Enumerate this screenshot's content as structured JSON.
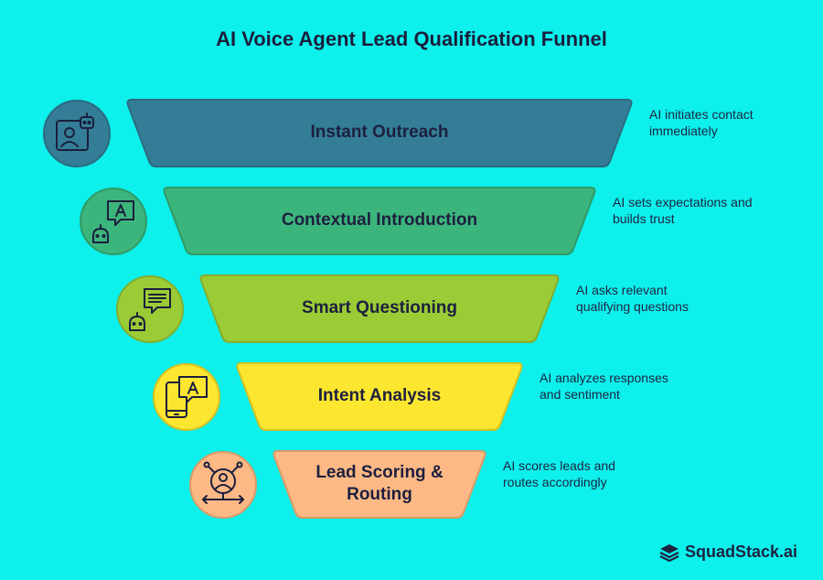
{
  "title": "AI Voice Agent Lead Qualification Funnel",
  "stages": [
    {
      "label": "Instant Outreach",
      "desc_line1": "AI initiates contact",
      "desc_line2": "immediately",
      "color": "#337e96",
      "icon": "robot-id-card-icon"
    },
    {
      "label": "Contextual Introduction",
      "desc_line1": "AI sets expectations and",
      "desc_line2": "builds trust",
      "color": "#3cb57c",
      "icon": "robot-speech-bubble-icon"
    },
    {
      "label": "Smart Questioning",
      "desc_line1": "AI asks relevant",
      "desc_line2": "qualifying questions",
      "color": "#9ccc35",
      "icon": "robot-chat-lines-icon"
    },
    {
      "label": "Intent Analysis",
      "desc_line1": "AI analyzes responses",
      "desc_line2": "and sentiment",
      "color": "#fde630",
      "icon": "phone-message-icon"
    },
    {
      "label_line1": "Lead Scoring &",
      "label_line2": "Routing",
      "desc_line1": "AI scores leads and",
      "desc_line2": "routes accordingly",
      "color": "#fdb985",
      "icon": "person-routing-icon"
    }
  ],
  "brand": {
    "name": "SquadStack.ai"
  }
}
